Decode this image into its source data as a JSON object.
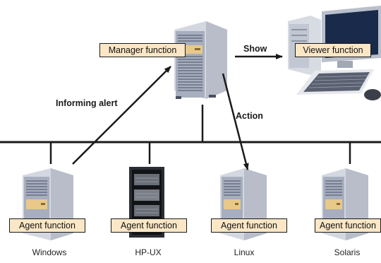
{
  "manager": {
    "label": "Manager function"
  },
  "viewer": {
    "label": "Viewer function"
  },
  "flows": {
    "show": "Show",
    "informing_alert": "Informing alert",
    "action": "Action"
  },
  "agents": [
    {
      "label": "Agent function",
      "os": "Windows",
      "icon": "tower-server-icon"
    },
    {
      "label": "Agent function",
      "os": "HP-UX",
      "icon": "rack-server-icon"
    },
    {
      "label": "Agent function",
      "os": "Linux",
      "icon": "tower-server-icon"
    },
    {
      "label": "Agent function",
      "os": "Solaris",
      "icon": "tower-server-icon"
    }
  ],
  "colors": {
    "label_fill": "#fbe7c6",
    "server_body": "#c9ced8",
    "server_front": "#9aa3b5",
    "server_dark": "#4a5060",
    "server_accent": "#e8c98a",
    "monitor_screen": "#1a2a4a",
    "line": "#1a1a1a"
  }
}
